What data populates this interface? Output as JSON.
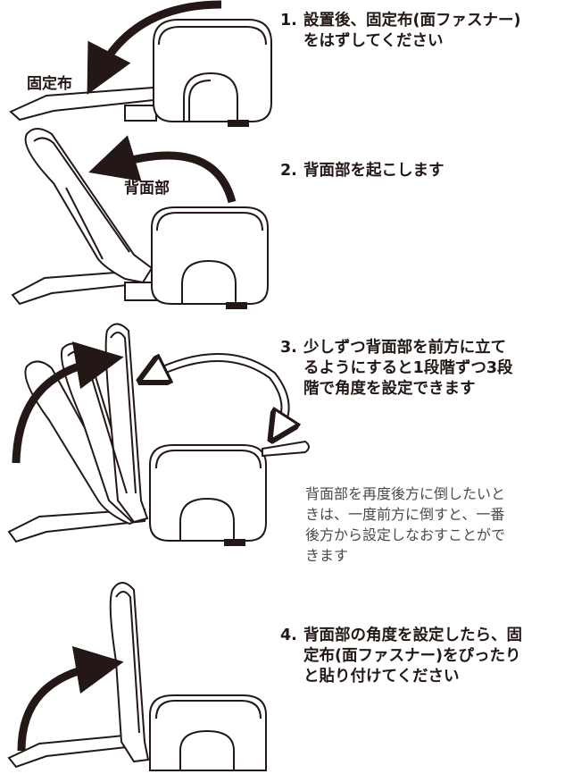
{
  "steps": [
    {
      "num": "1.",
      "text": "設置後、固定布(面ファスナー)\nをはずしてください"
    },
    {
      "num": "2.",
      "text": "背面部を起こします"
    },
    {
      "num": "3.",
      "text": "少しずつ背面部を前方に立て\nるようにすると1段階ずつ3段\n階で角度を設定できます"
    },
    {
      "num": "4.",
      "text": "背面部の角度を設定したら、固\n定布(面ファスナー)をぴったり\nと貼り付けてください"
    }
  ],
  "note": "背面部を再度後方に倒したいと\nきは、一度前方に倒すと、一番\n後方から設定しなおすことがで\nきます",
  "labels": {
    "fabric": "固定布",
    "backrest": "背面部"
  }
}
